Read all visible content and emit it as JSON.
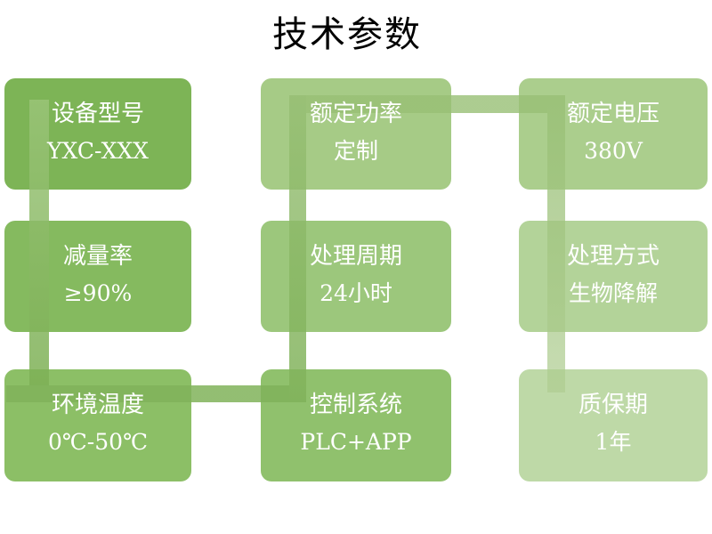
{
  "title": "技术参数",
  "boxes": [
    {
      "label": "设备型号",
      "value": "YXC-XXX",
      "color": "#7db456"
    },
    {
      "label": "额定功率",
      "value": "定制",
      "color": "#a6cb86"
    },
    {
      "label": "额定电压",
      "value": "380V",
      "color": "#abce8d"
    },
    {
      "label": "减量率",
      "value": "≥90%",
      "color": "#85ba5f"
    },
    {
      "label": "处理周期",
      "value": "24小时",
      "color": "#9cc77c"
    },
    {
      "label": "处理方式",
      "value": "生物降解",
      "color": "#b3d399"
    },
    {
      "label": "环境温度",
      "value": "0℃-50℃",
      "color": "#8cbf66"
    },
    {
      "label": "控制系统",
      "value": "PLC+APP",
      "color": "#90c16d"
    },
    {
      "label": "质保期",
      "value": "1年",
      "color": "#bed9a7"
    }
  ],
  "connector": {
    "segments": [
      {
        "name": "col1-down",
        "direction": "180deg",
        "from": "rgba(154,196,120,0.85)",
        "to": "rgba(125,176,85,0.85)"
      },
      {
        "name": "bottom-across",
        "direction": "90deg",
        "from": "rgba(128,178,90,0.85)",
        "to": "rgba(128,178,90,0.85)"
      },
      {
        "name": "col2-up",
        "direction": "0deg",
        "from": "rgba(128,178,90,0.85)",
        "to": "rgba(150,190,115,0.8)"
      },
      {
        "name": "top-across",
        "direction": "90deg",
        "from": "rgba(152,191,117,0.8)",
        "to": "rgba(152,191,117,0.8)"
      },
      {
        "name": "col3-down",
        "direction": "180deg",
        "from": "rgba(152,191,117,0.8)",
        "to": "rgba(175,205,145,0.7)"
      }
    ]
  }
}
